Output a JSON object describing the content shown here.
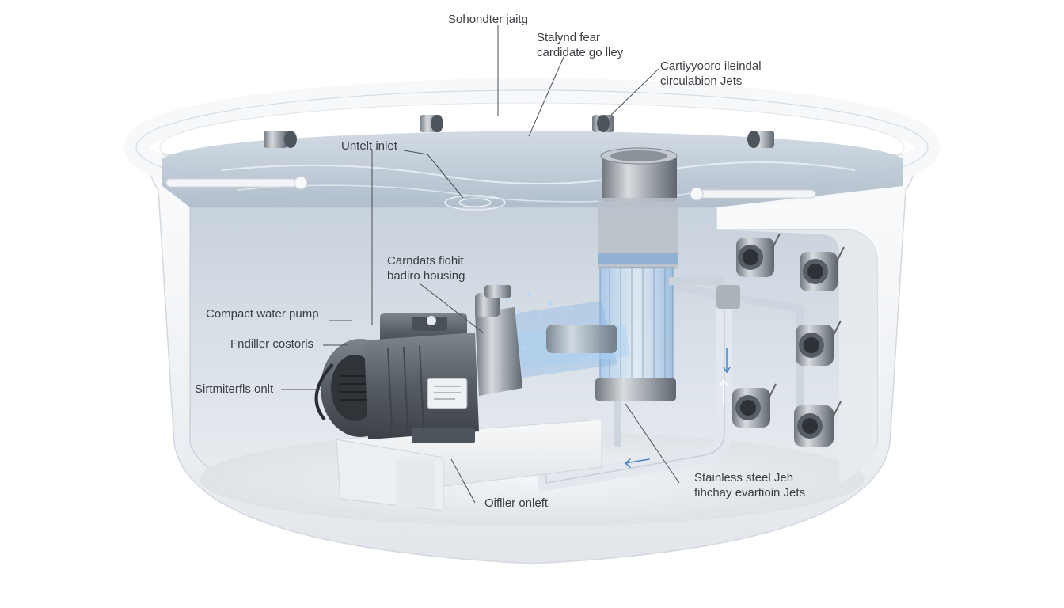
{
  "diagram": {
    "colors": {
      "tub_shell": "#f4f6f8",
      "tub_interior": "#d9e0e8",
      "water": "#aabcce",
      "steel": "#9aa0a6",
      "motor": "#5a6068",
      "pipe": "#dfe4ea",
      "leader_line": "#4a4e54",
      "label_text": "#3a3d42"
    },
    "labels": {
      "top_label": "Sohondter jaitg",
      "filter_label_line1": "Stalynd fear",
      "filter_label_line2": "cardidate go lley",
      "jets_top_label_line1": "Cartiyyooro ileindal",
      "jets_top_label_line2": "circulabion Jets",
      "inlet_label": "Untelt inlet",
      "housing_label_line1": "Carndats fiohit",
      "housing_label_line2": "badiro housing",
      "pump_label": "Compact water pump",
      "connector_label": "Fndiller costoris",
      "outlet_label_left": "Sirtmiterfls onlt",
      "jets_bottom_label_line1": "Stainless steel Jeh",
      "jets_bottom_label_line2": "fihchay evartioin Jets",
      "outlet_label_bottom": "Oifller onleft"
    },
    "icons": [
      "tub-shell-icon",
      "water-surface-icon",
      "water-pump-icon",
      "filter-cartridge-icon",
      "jet-nozzle-icon",
      "pipe-icon"
    ]
  }
}
